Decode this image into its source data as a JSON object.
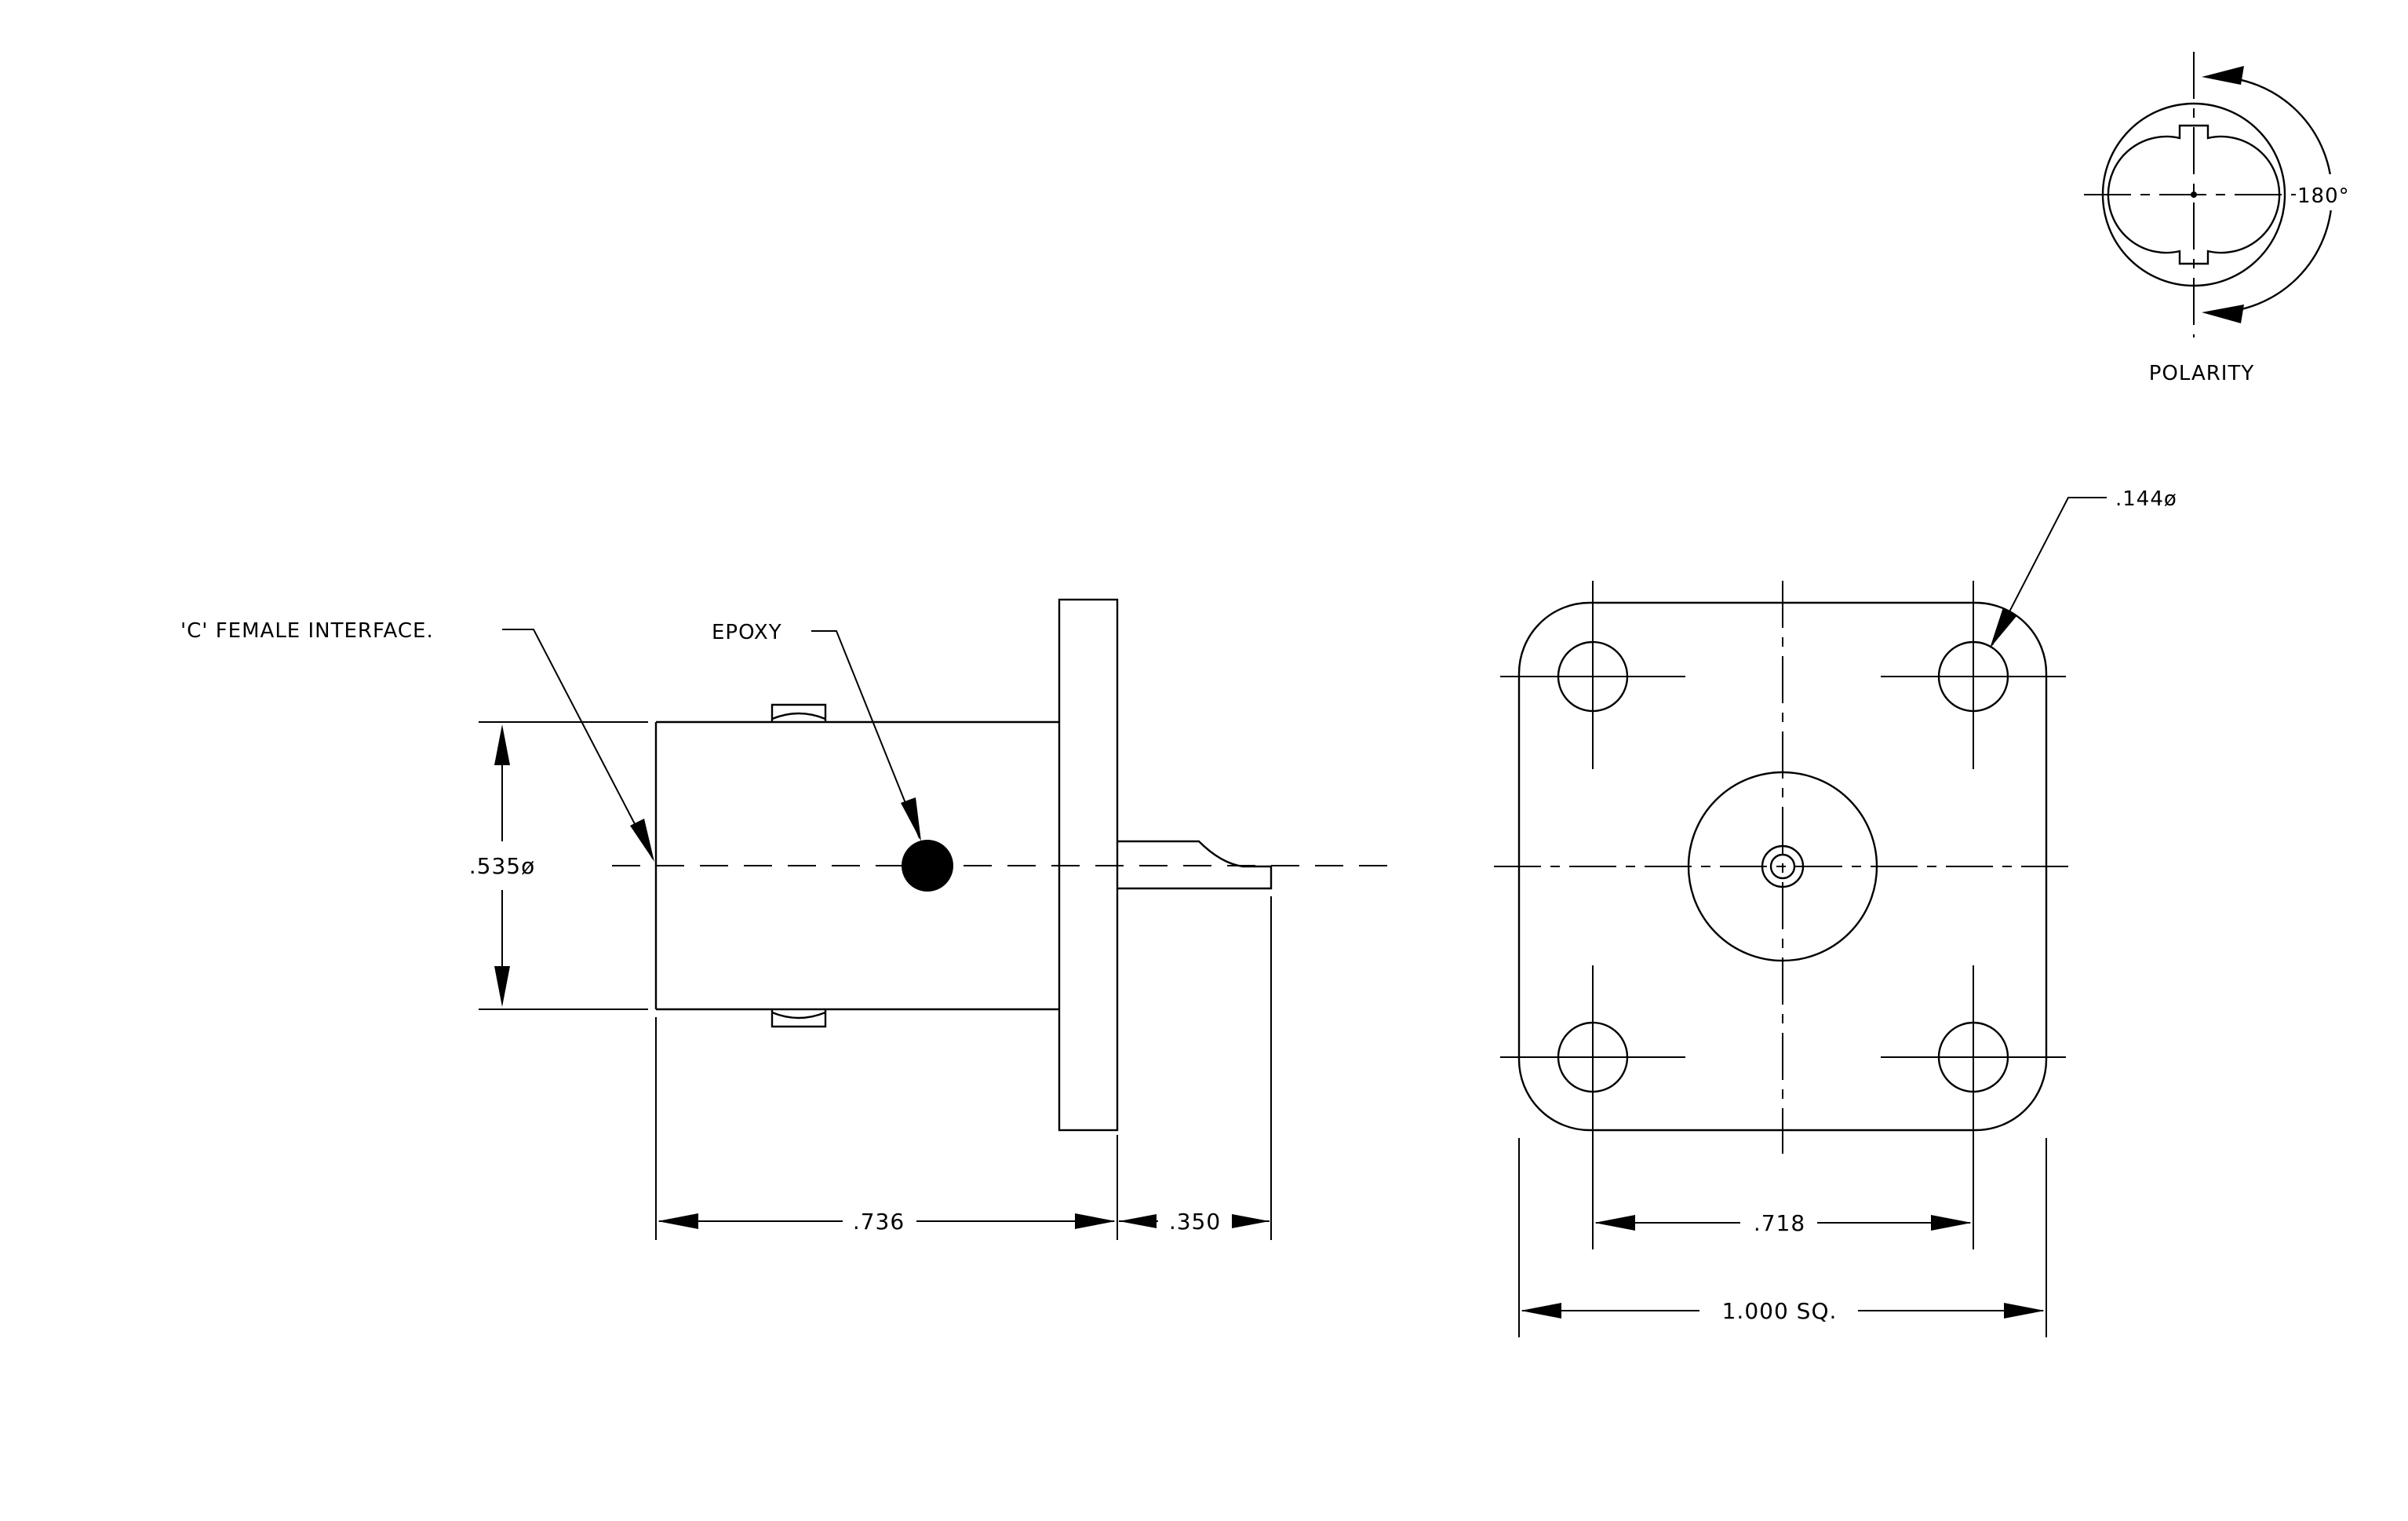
{
  "labels": {
    "interface": "'C' FEMALE INTERFACE.",
    "epoxy": "EPOXY",
    "polarity": "POLARITY",
    "polarity_angle": "180°",
    "hole_dia": ".144ø"
  },
  "dimensions": {
    "body_dia": ".535ø",
    "body_length": ".736",
    "pin_length": ".350",
    "hole_spacing": ".718",
    "flange_size": "1.000 SQ."
  },
  "colors": {
    "line": "#000000",
    "background": "#ffffff"
  }
}
